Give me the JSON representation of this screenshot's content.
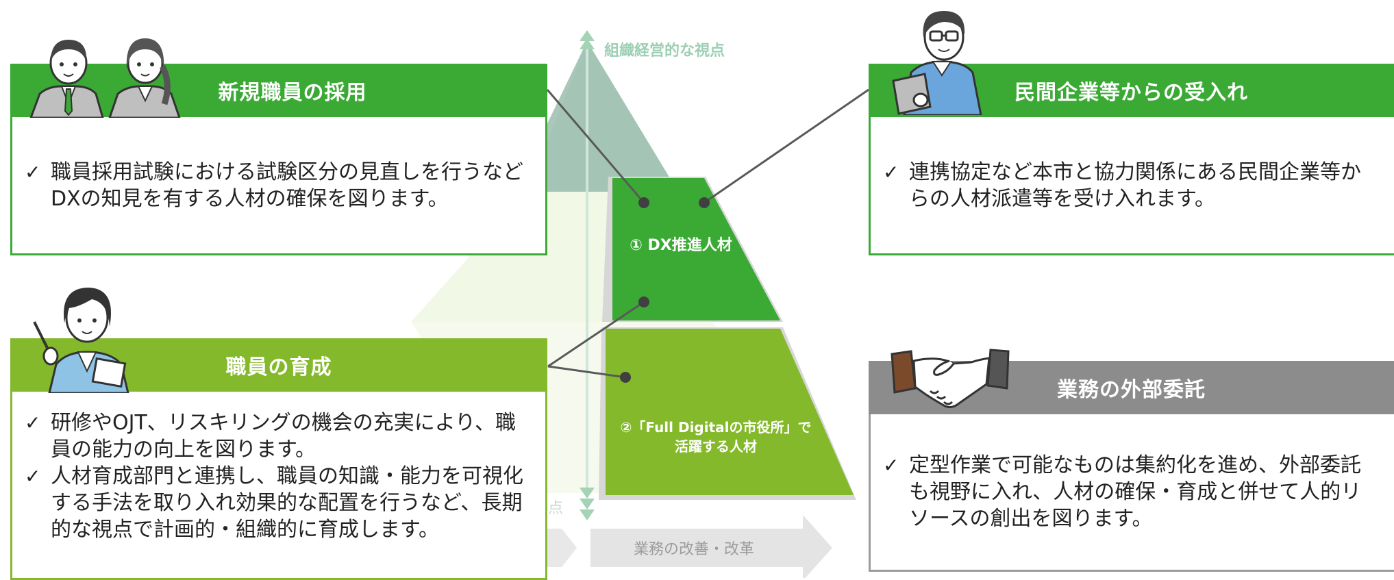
{
  "diagram": {
    "axis_top_label": "組織経営的な視点",
    "axis_bottom_label": "業務の改善・改革",
    "axis_left_fragment": "点",
    "pyramid_upper_label": "① DX推進人材",
    "pyramid_lower_label_line1": "②「Full Digitalの市役所」で",
    "pyramid_lower_label_line2": "活躍する人材"
  },
  "cards": {
    "recruit": {
      "title": "新規職員の採用",
      "bullets": [
        "職員採用試験における試験区分の見直しを行うなどDXの知見を有する人材の確保を図ります。"
      ]
    },
    "training": {
      "title": "職員の育成",
      "bullets": [
        "研修やOJT、リスキリングの機会の充実により、職員の能力の向上を図ります。",
        "人材育成部門と連携し、職員の知識・能力を可視化する手法を取り入れ効果的な配置を行うなど、長期的な視点で計画的・組織的に育成します。"
      ]
    },
    "private": {
      "title": "民間企業等からの受入れ",
      "bullets": [
        "連携協定など本市と協力関係にある民間企業等からの人材派遣等を受け入れます。"
      ]
    },
    "outsourcing": {
      "title": "業務の外部委託",
      "bullets": [
        "定型作業で可能なものは集約化を進め、外部委託も視野に入れ、人材の確保・育成と併せて人的リソースの創出を図ります。"
      ]
    }
  },
  "icons": {
    "recruit": "two-office-workers-icon",
    "training": "teacher-with-pointer-icon",
    "private": "man-with-laptop-icon",
    "outsourcing": "handshake-icon"
  },
  "colors": {
    "green": "#3aaa35",
    "lime": "#83b92b",
    "gray": "#8c8c8c",
    "pale_green": "#a4c5b5"
  }
}
